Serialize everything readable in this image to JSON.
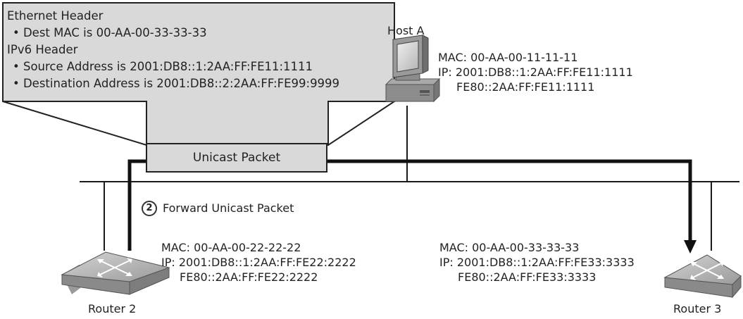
{
  "callout": {
    "ethernet_header": "Ethernet Header",
    "dest_mac": "• Dest MAC is 00-AA-00-33-33-33",
    "ipv6_header": "IPv6 Header",
    "source_address": "• Source Address is 2001:DB8::1:2AA:FF:FE11:1111",
    "destination_address": "• Destination Address is 2001:DB8::2:2AA:FF:FE99:9999"
  },
  "packet": {
    "label": "Unicast Packet"
  },
  "step": {
    "number": "2",
    "label": "Forward Unicast Packet"
  },
  "host_a": {
    "name": "Host A",
    "mac": "MAC: 00-AA-00-11-11-11",
    "ip": "IP: 2001:DB8::1:2AA:FF:FE11:1111",
    "link_local": "FE80::2AA:FF:FE11:1111"
  },
  "router_2": {
    "name": "Router 2",
    "mac": "MAC: 00-AA-00-22-22-22",
    "ip": "IP: 2001:DB8::1:2AA:FF:FE22:2222",
    "link_local": "FE80::2AA:FF:FE22:2222"
  },
  "router_3": {
    "name": "Router 3",
    "mac": "MAC: 00-AA-00-33-33-33",
    "ip": "IP: 2001:DB8::1:2AA:FF:FE33:3333",
    "link_local": "FE80::2AA:FF:FE33:3333"
  },
  "colors": {
    "callout_fill": "#d9d9d9",
    "line": "#1a1a1a",
    "device_gray": "#8c8c8c"
  }
}
